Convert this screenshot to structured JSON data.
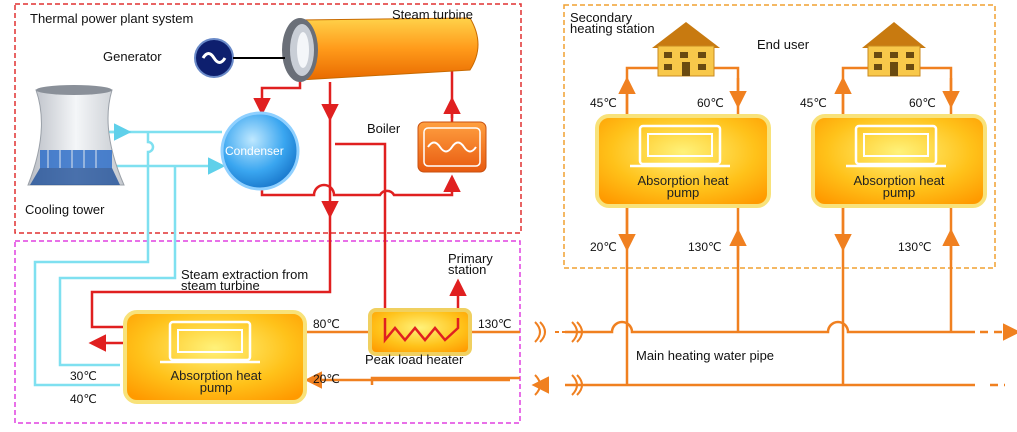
{
  "regions": {
    "plant_label": "Thermal power plant system",
    "secondary_label": "Secondary heating station",
    "end_user_label": "End user",
    "primary_label": "Primary station"
  },
  "components": {
    "steam_turbine": "Steam turbine",
    "generator": "Generator",
    "condenser": "Condenser",
    "boiler": "Boiler",
    "cooling_tower": "Cooling tower",
    "peak_load_heater": "Peak load heater",
    "absorption_heat_pump": "Absorption heat pump",
    "steam_extraction": "Steam extraction from steam turbine",
    "main_pipe": "Main heating water pipe"
  },
  "temperatures": {
    "t80": "80℃",
    "t130": "130℃",
    "t20": "20℃",
    "t30": "30℃",
    "t40": "40℃",
    "t45": "45℃",
    "t60": "60℃"
  },
  "colors": {
    "steam_line": "#e02020",
    "heating_line": "#f08020",
    "cooling_line": "#7fe0f0",
    "plant_border": "#e03030",
    "primary_border": "#e040e0",
    "secondary_border": "#f0a030"
  }
}
